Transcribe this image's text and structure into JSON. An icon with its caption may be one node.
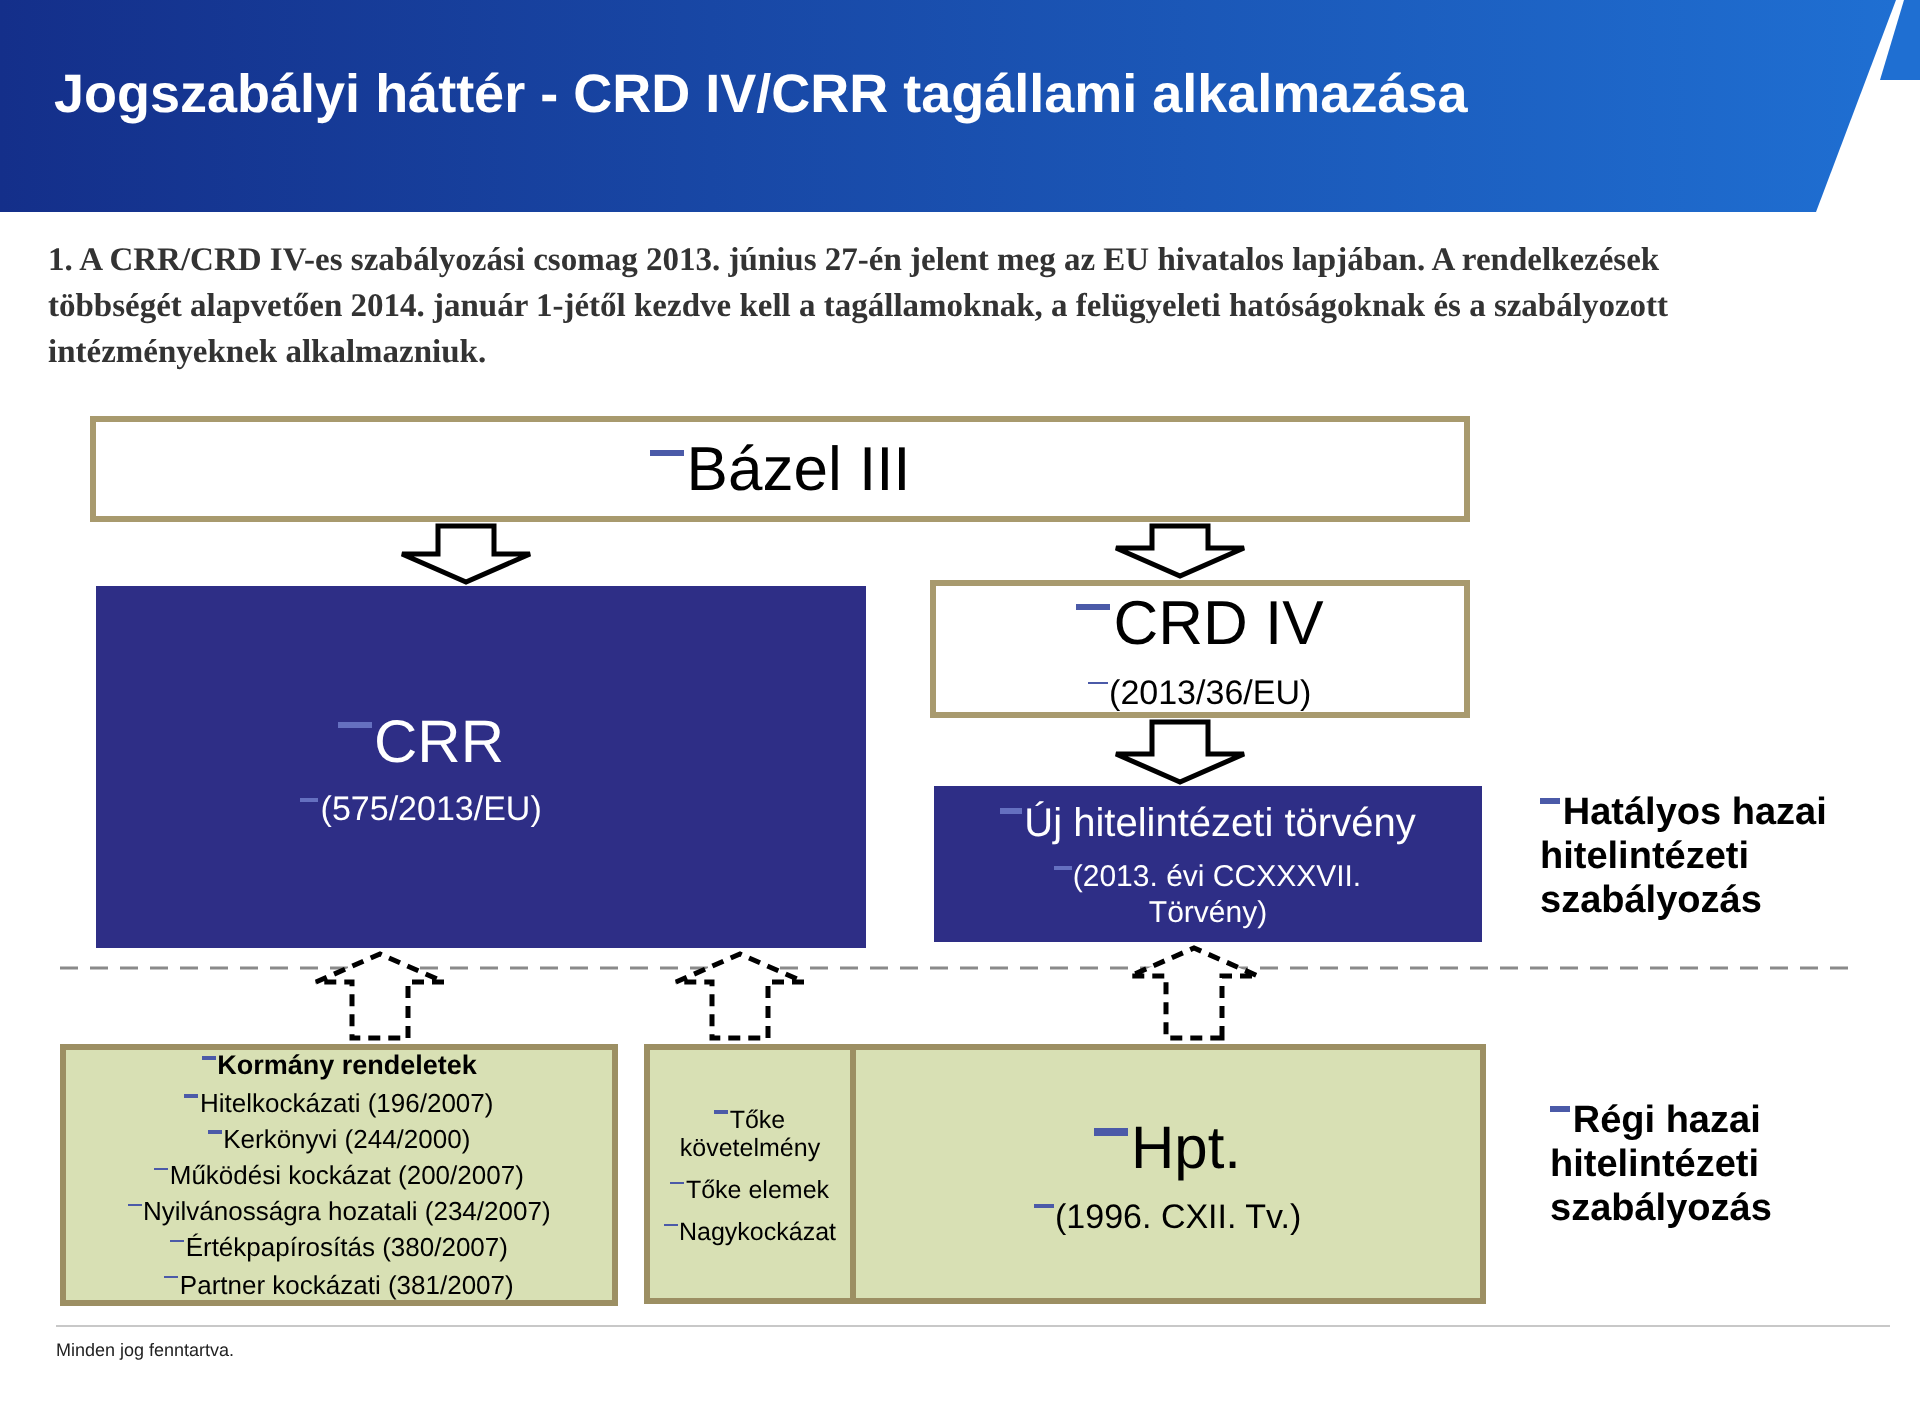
{
  "diagram": {
    "title": "Jogszabályi háttér - CRD IV/CRR tagállami alkalmazása",
    "nodes": [
      {
        "text": [
          "Bázel III"
        ]
      },
      {
        "text": [
          "CRR",
          "(575/2013/EU)"
        ]
      },
      {
        "text": [
          "CRD IV",
          "(2013/36/EU)"
        ]
      },
      {
        "text": [
          "Új hitelintézeti törvény",
          "(2013. évi CCXXXVII. Törvény)"
        ]
      },
      {
        "text": [
          "Kormány rendeletek",
          "Hitelkockázati (196/2007)",
          "Kerkönyvi (244/2000)",
          "Működési kockázat (200/2007)",
          "Nyilvánosságra hozatali (234/2007)",
          "Értékpapírosítás (380/2007)",
          "Partner kockázati (381/2007)"
        ]
      },
      {
        "text": [
          "Tőke követelmény",
          "Tőke elemek",
          "Nagykockázat"
        ]
      },
      {
        "text": [
          "Hpt.",
          "(1996. CXII. Tv.)"
        ]
      }
    ],
    "edges": [
      {
        "from": 0,
        "to": 1,
        "arrow": "to"
      },
      {
        "from": 0,
        "to": 2,
        "arrow": "to"
      },
      {
        "from": 2,
        "to": 3,
        "arrow": "to"
      },
      {
        "from": 4,
        "to": 1,
        "arrow": "to",
        "style": "dashed"
      },
      {
        "from": 5,
        "to": 1,
        "arrow": "to",
        "style": "dashed"
      },
      {
        "from": 6,
        "to": 3,
        "arrow": "to",
        "style": "dashed"
      }
    ],
    "labels": [
      "1. A CRR/CRD IV-es szabályozási csomag 2013. június 27-én jelent meg az EU hivatalos lapjában. A rendelkezések többségét alapvetően 2014. január 1-jétől kezdve kell a tagállamoknak, a felügyeleti hatóságoknak és a szabályozott intézményeknek alkalmazniuk.",
      "Hatályos hazai hitelintézeti szabályozás",
      "Régi hazai hitelintézeti szabályozás",
      "Minden jog fenntartva."
    ]
  }
}
